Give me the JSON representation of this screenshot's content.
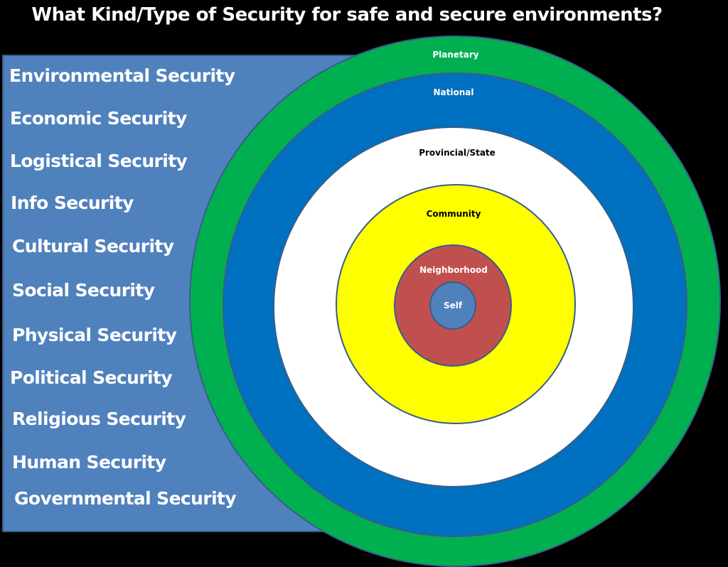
{
  "title": "What Kind/Type of Security for safe and secure environments?",
  "security_types": [
    "Environmental Security",
    "Economic Security",
    "Logistical Security",
    "Info Security",
    "Cultural Security",
    "Social Security",
    "Physical Security",
    "Political Security",
    "Religious Security",
    "Human Security",
    "Governmental Security"
  ],
  "levels": [
    {
      "label": "Planetary",
      "color": "#00b050"
    },
    {
      "label": "National",
      "color": "#0070c0"
    },
    {
      "label": "Provincial/State",
      "color": "#ffffff"
    },
    {
      "label": "Community",
      "color": "#ffff00"
    },
    {
      "label": "Neighborhood",
      "color": "#c0504d"
    },
    {
      "label": "Self",
      "color": "#4f81bd"
    }
  ],
  "colors": {
    "background": "#000000",
    "panel": "#4f81bd",
    "panel_border": "#385d8a",
    "ring_outline": "#385d8a"
  }
}
